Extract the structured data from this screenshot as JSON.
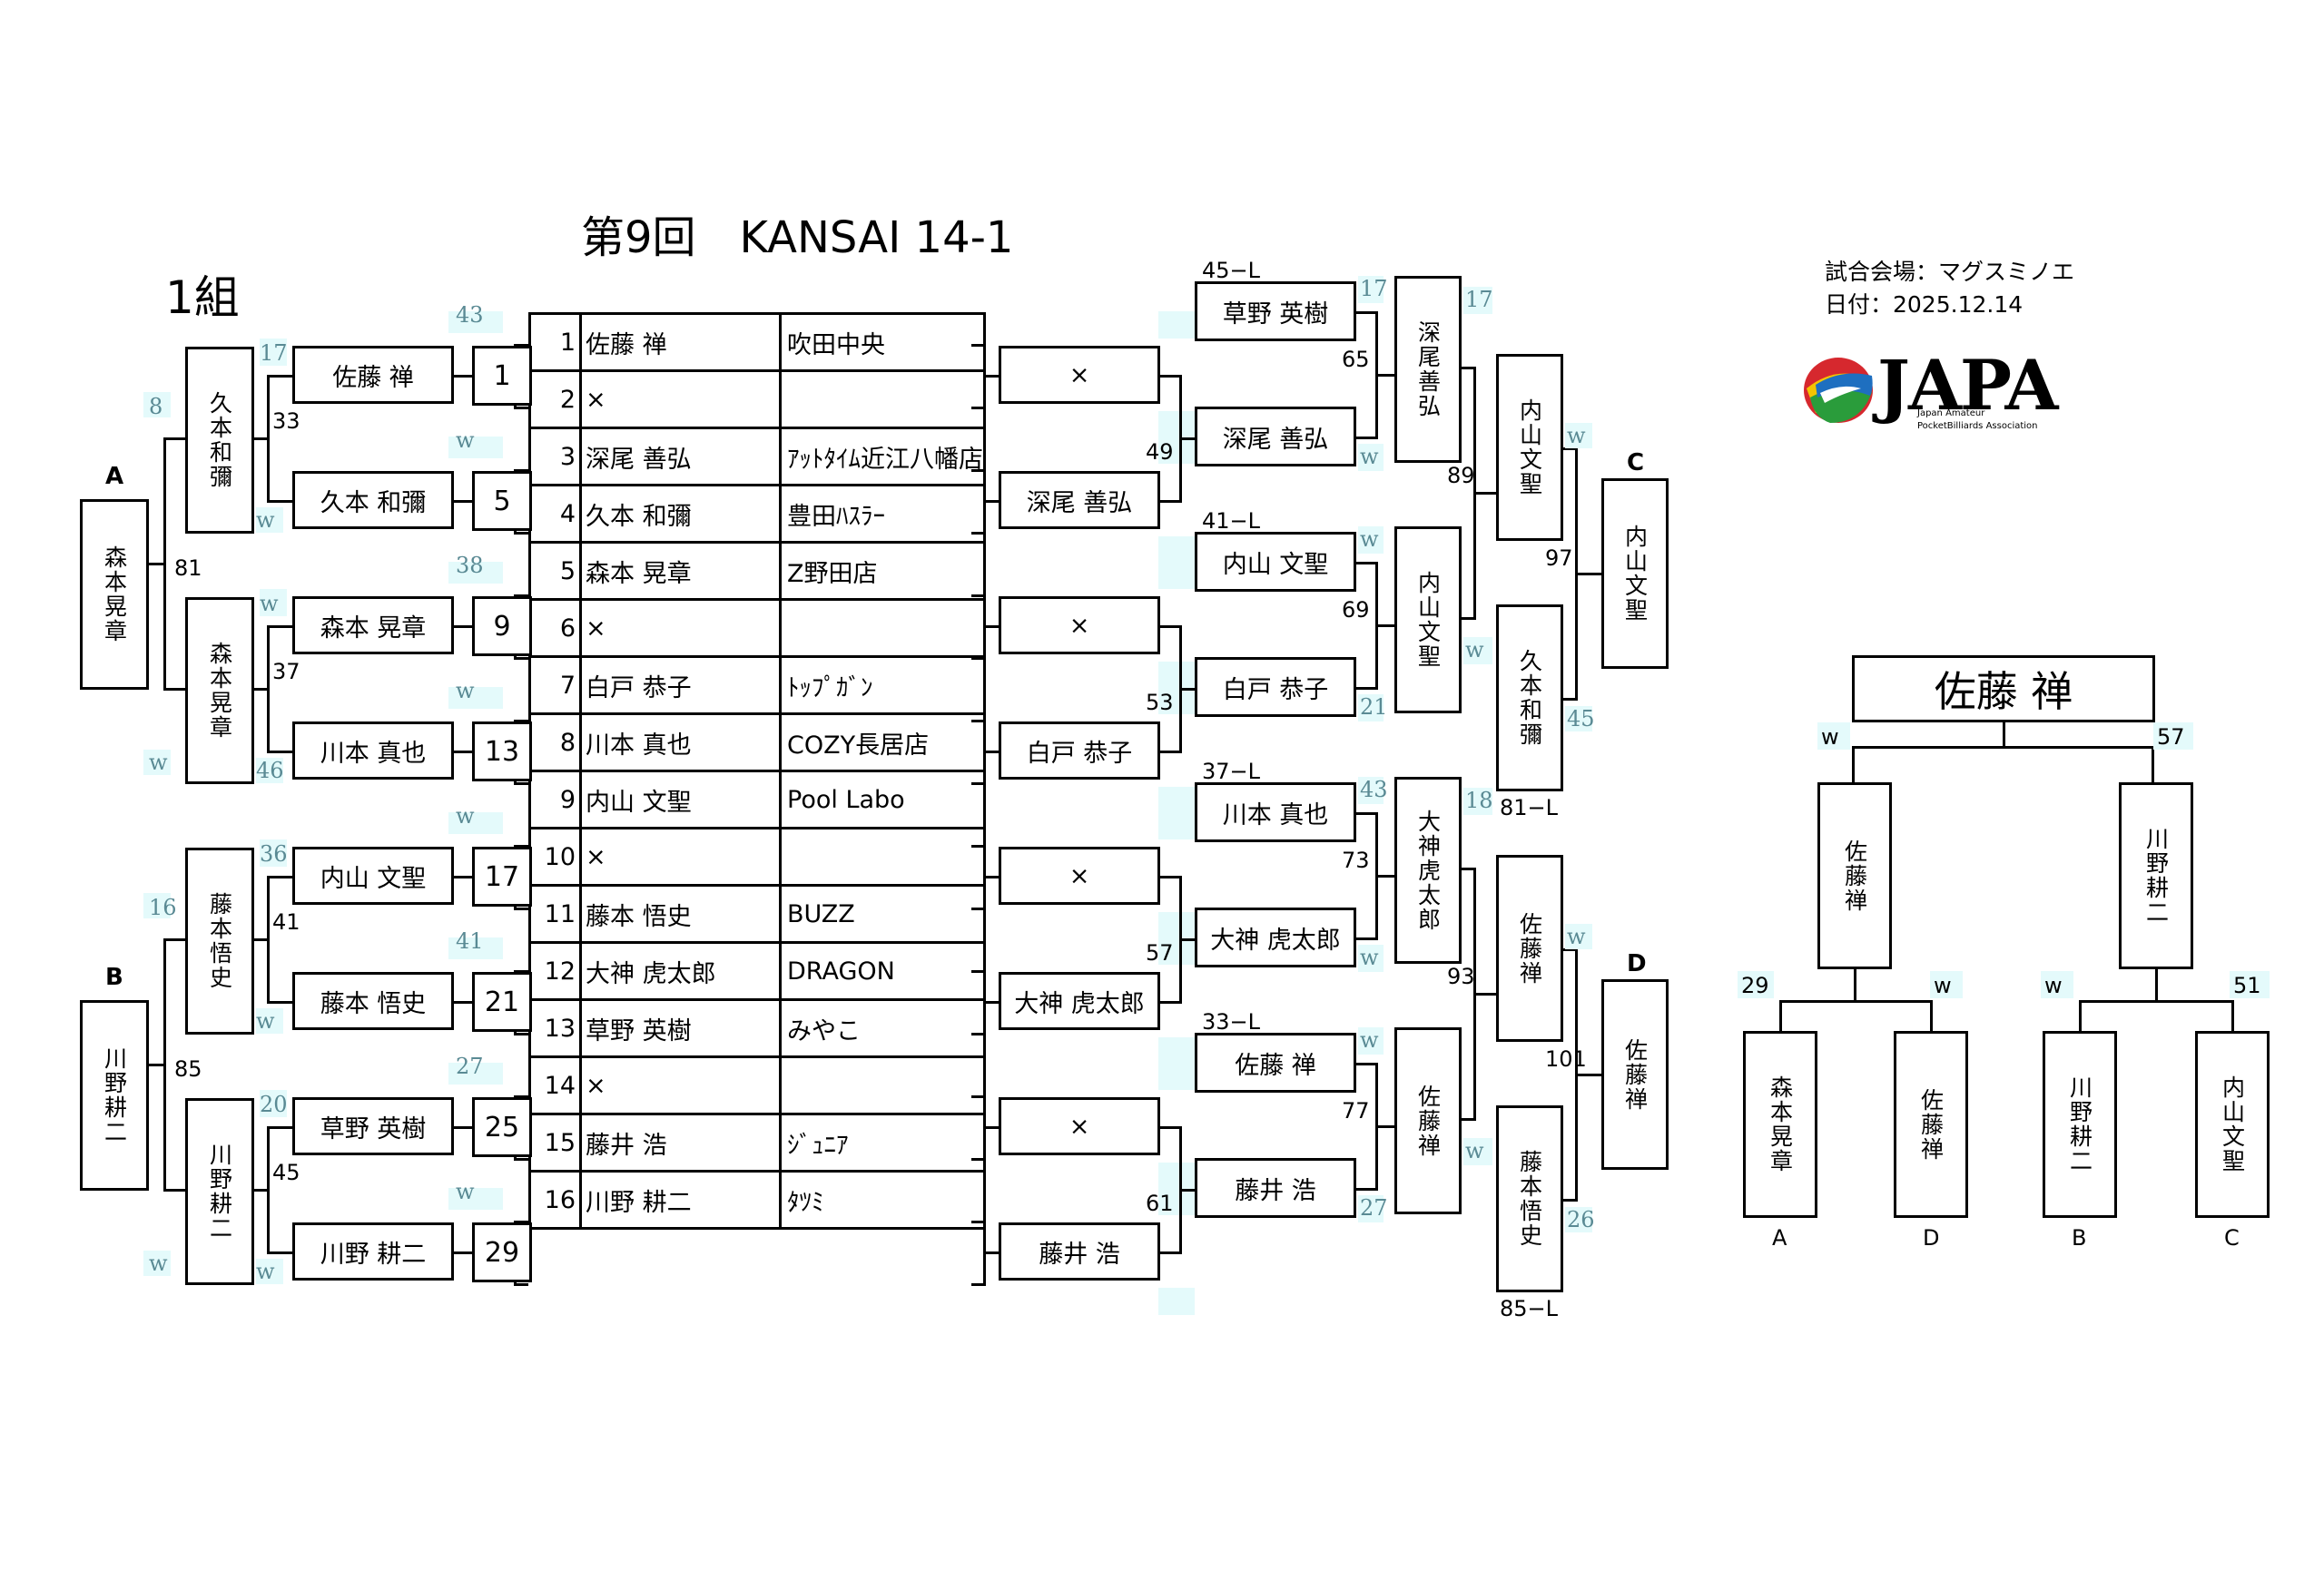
{
  "title": "第9回　KANSAI 14-1",
  "group": "1組",
  "venue": "試合会場：マグスミノエ",
  "date": "日付：2025.12.14",
  "logo": {
    "text": "JAPA",
    "subtitle1": "Japan Amateur",
    "subtitle2": "PocketBilliards Association"
  },
  "entries": [
    {
      "no": "1",
      "name": "佐藤 禅",
      "club": "吹田中央"
    },
    {
      "no": "2",
      "name": "×",
      "club": ""
    },
    {
      "no": "3",
      "name": "深尾 善弘",
      "club": "ｱｯﾄﾀｲﾑ近江八幡店"
    },
    {
      "no": "4",
      "name": "久本 和彌",
      "club": "豊田ﾊｽﾗｰ"
    },
    {
      "no": "5",
      "name": "森本 晃章",
      "club": "Z野田店"
    },
    {
      "no": "6",
      "name": "×",
      "club": ""
    },
    {
      "no": "7",
      "name": "白戸 恭子",
      "club": "ﾄｯﾌﾟｶﾞﾝ"
    },
    {
      "no": "8",
      "name": "川本 真也",
      "club": "COZY長居店"
    },
    {
      "no": "9",
      "name": "内山 文聖",
      "club": "Pool Labo"
    },
    {
      "no": "10",
      "name": "×",
      "club": ""
    },
    {
      "no": "11",
      "name": "藤本 悟史",
      "club": "BUZZ"
    },
    {
      "no": "12",
      "name": "大神 虎太郎",
      "club": "DRAGON"
    },
    {
      "no": "13",
      "name": "草野 英樹",
      "club": "みやこ"
    },
    {
      "no": "14",
      "name": "×",
      "club": ""
    },
    {
      "no": "15",
      "name": "藤井 浩",
      "club": "ｼﾞｭﾆｱ"
    },
    {
      "no": "16",
      "name": "川野 耕二",
      "club": "ﾀﾂﾐ"
    }
  ],
  "left": {
    "match_nums": [
      "1",
      "5",
      "9",
      "13",
      "17",
      "21",
      "25",
      "29"
    ],
    "r1_names": [
      "佐藤 禅",
      "久本 和彌",
      "森本 晃章",
      "川本 真也",
      "内山 文聖",
      "藤本 悟史",
      "草野 英樹",
      "川野 耕二"
    ],
    "r2_names": [
      "久本和彌",
      "森本晃章",
      "藤本悟史",
      "川野耕二"
    ],
    "r3_names": [
      "森本晃章",
      "川野耕二"
    ],
    "r1_scores": [
      "17",
      "w",
      "w",
      "46",
      "36",
      "w",
      "20",
      "w"
    ],
    "r1_pos": [
      "43",
      "w",
      "38",
      "w",
      "w",
      "41",
      "27",
      "w"
    ],
    "r2_match": [
      "33",
      "37",
      "41",
      "45"
    ],
    "r2_scores": [
      "8",
      "w",
      "16",
      "w"
    ],
    "r3_match": [
      "81",
      "85"
    ],
    "letters": [
      "A",
      "B"
    ]
  },
  "right": {
    "r1_names": [
      "×",
      "深尾 善弘",
      "×",
      "白戸 恭子",
      "×",
      "大神 虎太郎",
      "×",
      "藤井 浩"
    ],
    "r2_names": [
      "草野 英樹",
      "深尾 善弘",
      "内山 文聖",
      "白戸 恭子",
      "川本 真也",
      "大神 虎太郎",
      "佐藤 禅",
      "藤井 浩"
    ],
    "r2_match": [
      "49",
      "53",
      "57",
      "61"
    ],
    "loser_labels": [
      "45−L",
      "41−L",
      "37−L",
      "33−L"
    ],
    "r2_scores": [
      "17",
      "w",
      "w",
      "21",
      "43",
      "w",
      "w",
      "27"
    ],
    "r3_names": [
      "深尾善弘",
      "内山文聖",
      "大神虎太郎",
      "佐藤禅"
    ],
    "r3_match": [
      "65",
      "69",
      "73",
      "77"
    ],
    "r3_scores": [
      "17",
      "w",
      "18",
      "w"
    ],
    "r4_names": [
      "内山文聖",
      "久本和彌",
      "佐藤禅",
      "藤本悟史"
    ],
    "r4_match": [
      "89",
      "93"
    ],
    "r4_scores": [
      "w",
      "45",
      "w",
      "26"
    ],
    "r4_loser": [
      "81−L",
      "85−L"
    ],
    "r5_names": [
      "内山文聖",
      "佐藤禅"
    ],
    "r5_match": [
      "97",
      "101"
    ],
    "letters": [
      "C",
      "D"
    ]
  },
  "final": {
    "champion": "佐藤 禅",
    "semi_left": "佐藤禅",
    "semi_right": "川野耕二",
    "semi_scores": [
      "w",
      "57"
    ],
    "qf_names": [
      "森本晃章",
      "佐藤禅",
      "川野耕二",
      "内山文聖"
    ],
    "qf_letters": [
      "A",
      "D",
      "B",
      "C"
    ],
    "qf_scores": [
      "29",
      "w",
      "w",
      "51"
    ]
  }
}
